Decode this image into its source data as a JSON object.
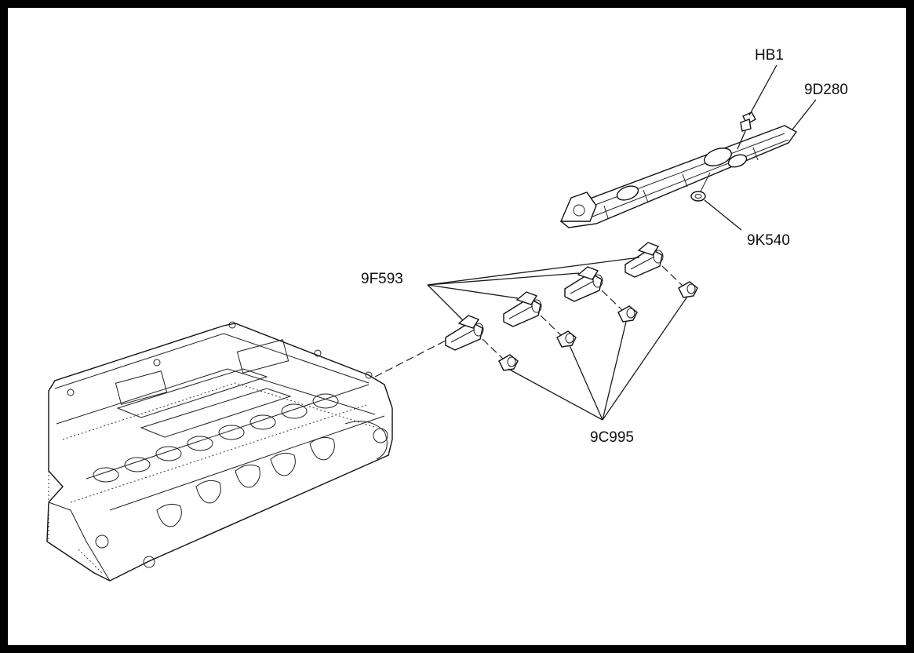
{
  "labels": {
    "bolt": "HB1",
    "fuel_rail": "9D280",
    "seal": "9K540",
    "injector": "9F593",
    "o_ring": "9C995"
  },
  "colors": {
    "frame": "#000000",
    "background": "#ffffff",
    "linework": "#1a1a1a"
  }
}
